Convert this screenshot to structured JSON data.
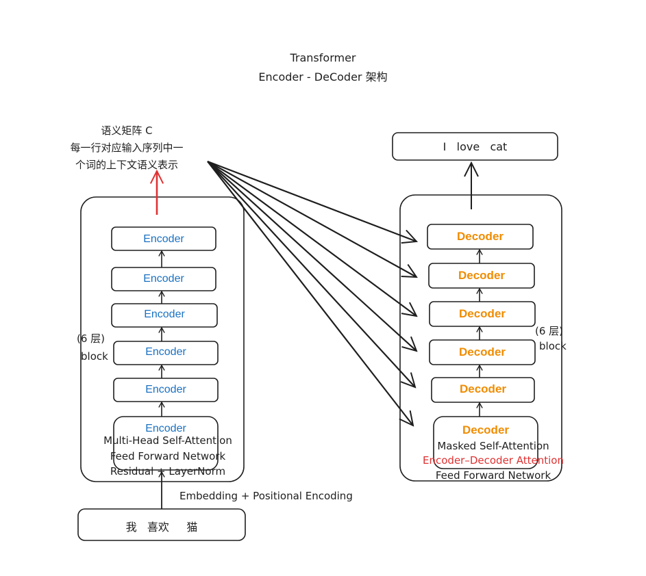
{
  "title_line1": "Transformer",
  "title_line2": "Encoder - DeCoder 架构",
  "semantic_note": {
    "line1": "语义矩阵 C",
    "line2": "每一行对应输入序列中一",
    "line3": "个词的上下文语义表示"
  },
  "encoder": {
    "block_label": "Encoder",
    "layer_count_line1": "(6 层)",
    "layer_count_line2": "block",
    "sublayers": [
      "Multi-Head Self-Attention",
      "Feed Forward Network",
      "Residual + LayerNorm"
    ]
  },
  "decoder": {
    "block_label": "Decoder",
    "layer_count_line1": "(6 层)",
    "layer_count_line2": "block",
    "sublayers": [
      "Masked Self-Attention",
      "Encoder–Decoder Attention",
      "Feed Forward Network"
    ]
  },
  "embedding_label": "Embedding + Positional Encoding",
  "input_sentence": "我   喜欢     猫",
  "output_sentence": "I   love   cat",
  "colors": {
    "stroke": "#1e1e1e",
    "encoder_text": "#1971c2",
    "decoder_text": "#f08c00",
    "highlight_red": "#e03131"
  }
}
